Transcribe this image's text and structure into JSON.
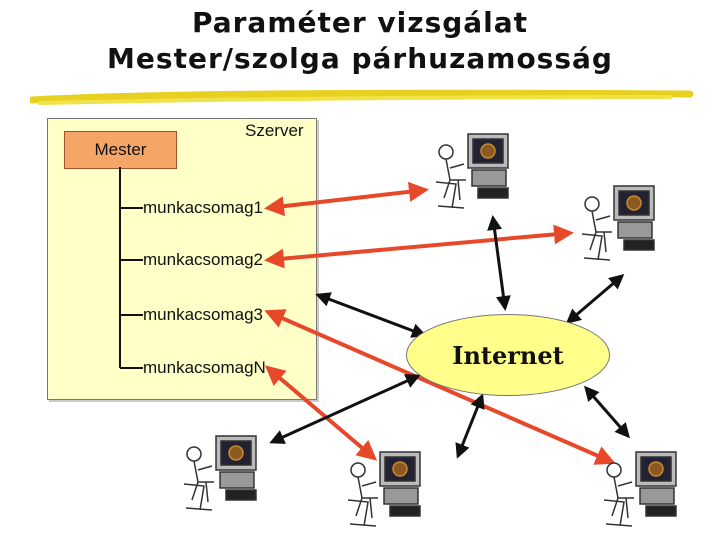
{
  "title": {
    "line1": "Paraméter vizsgálat",
    "line2": "Mester/szolga párhuzamosság"
  },
  "server": {
    "label": "Szerver"
  },
  "master": {
    "label": "Mester"
  },
  "work_packages": [
    "munkacsomag1",
    "munkacsomag2",
    "munkacsomag3",
    "munkacsomagN"
  ],
  "internet": {
    "label": "Internet"
  },
  "colors": {
    "server_bg": "#ffffc8",
    "master_bg": "#f5a565",
    "internet_bg": "#ffff8a",
    "red_arrow": "#e8482a",
    "black_arrow": "#111111",
    "title_underline": "#e8d020"
  },
  "workstations": [
    "workstation-icon",
    "workstation-icon",
    "workstation-icon",
    "workstation-icon",
    "workstation-icon"
  ]
}
